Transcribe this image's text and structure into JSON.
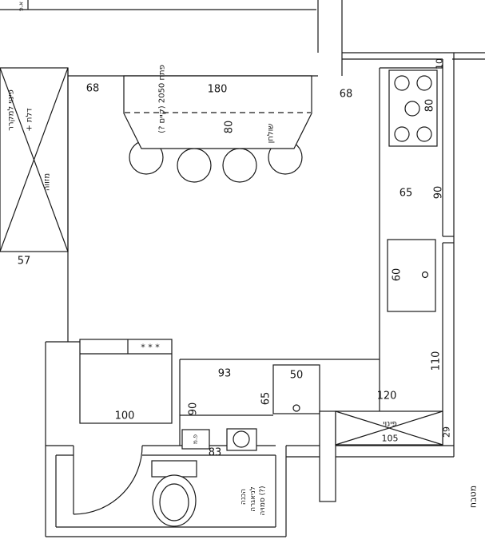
{
  "room_label": "מטבח",
  "top_corner_label": "א.פ",
  "dining": {
    "note": "פתח 2050 (קיים ?)",
    "table_label": "שולחן",
    "width": "180",
    "depth": "80",
    "gap_left": "68",
    "gap_right": "68"
  },
  "fridge_niche": {
    "line1": "פינוי למקרר",
    "line2": "+ דלת",
    "line3": "מזווה",
    "width": "57"
  },
  "counter_right": {
    "top_gap": "10",
    "cooktop_width": "80",
    "depth": "65",
    "wall_dim": "90",
    "oven_width": "60",
    "run_length": "110",
    "corner": "120"
  },
  "clearance": {
    "label": "פינוי",
    "width": "105",
    "depth": "29"
  },
  "counter_bottom": {
    "gap": "93",
    "depth": "90",
    "cabinet": "50",
    "cabinet_depth": "65"
  },
  "washer": {
    "stars": "* * *",
    "width": "100"
  },
  "bathroom": {
    "width": "83",
    "tap_label": "פ.מ",
    "note_line1": "הכנה",
    "note_line2": "לניאגרה",
    "note_line3": "סמויה (?)"
  }
}
